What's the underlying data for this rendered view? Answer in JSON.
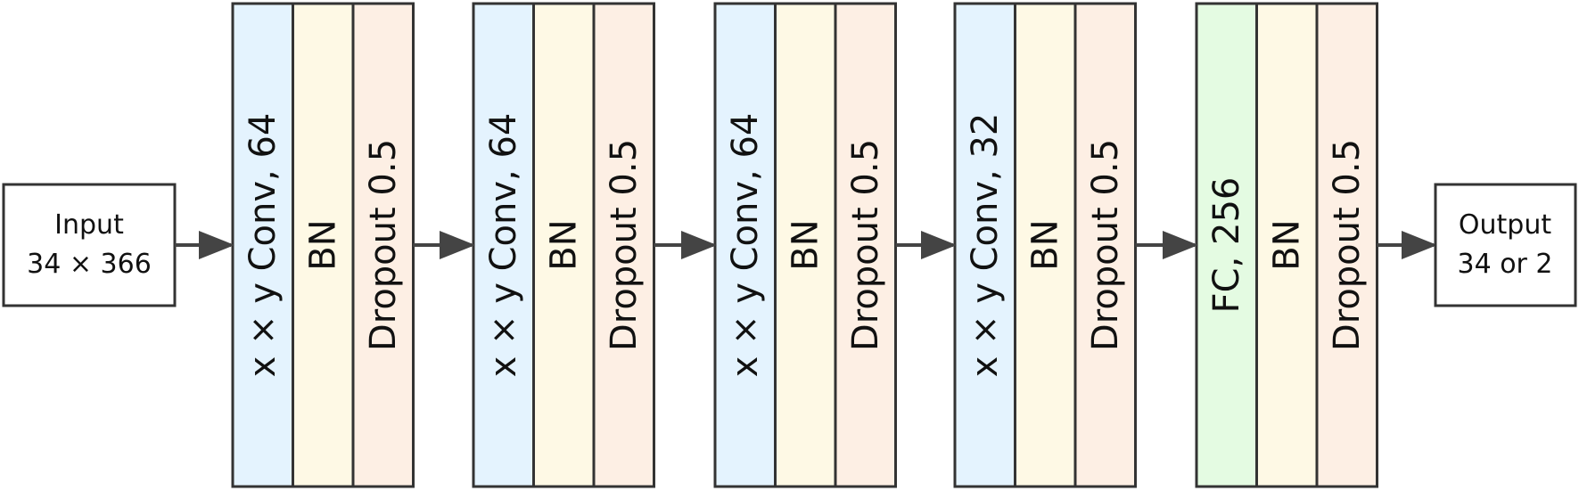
{
  "colors": {
    "conv": "#e4f3fe",
    "fc": "#e4fbe2",
    "bn": "#fef9e5",
    "dropout": "#fdefe4",
    "stroke": "#333333",
    "arrow": "#444444"
  },
  "input": {
    "title": "Input",
    "detail": "34 × 366"
  },
  "output": {
    "title": "Output",
    "detail": "34 or 2"
  },
  "blocks": [
    {
      "layers": [
        {
          "kind": "conv",
          "label": "x × y Conv, 64"
        },
        {
          "kind": "bn",
          "label": "BN"
        },
        {
          "kind": "dropout",
          "label": "Dropout 0.5"
        }
      ]
    },
    {
      "layers": [
        {
          "kind": "conv",
          "label": "x × y Conv, 64"
        },
        {
          "kind": "bn",
          "label": "BN"
        },
        {
          "kind": "dropout",
          "label": "Dropout 0.5"
        }
      ]
    },
    {
      "layers": [
        {
          "kind": "conv",
          "label": "x × y Conv, 64"
        },
        {
          "kind": "bn",
          "label": "BN"
        },
        {
          "kind": "dropout",
          "label": "Dropout 0.5"
        }
      ]
    },
    {
      "layers": [
        {
          "kind": "conv",
          "label": "x × y Conv, 32"
        },
        {
          "kind": "bn",
          "label": "BN"
        },
        {
          "kind": "dropout",
          "label": "Dropout 0.5"
        }
      ]
    },
    {
      "layers": [
        {
          "kind": "fc",
          "label": "FC, 256"
        },
        {
          "kind": "bn",
          "label": "BN"
        },
        {
          "kind": "dropout",
          "label": "Dropout 0.5"
        }
      ]
    }
  ]
}
